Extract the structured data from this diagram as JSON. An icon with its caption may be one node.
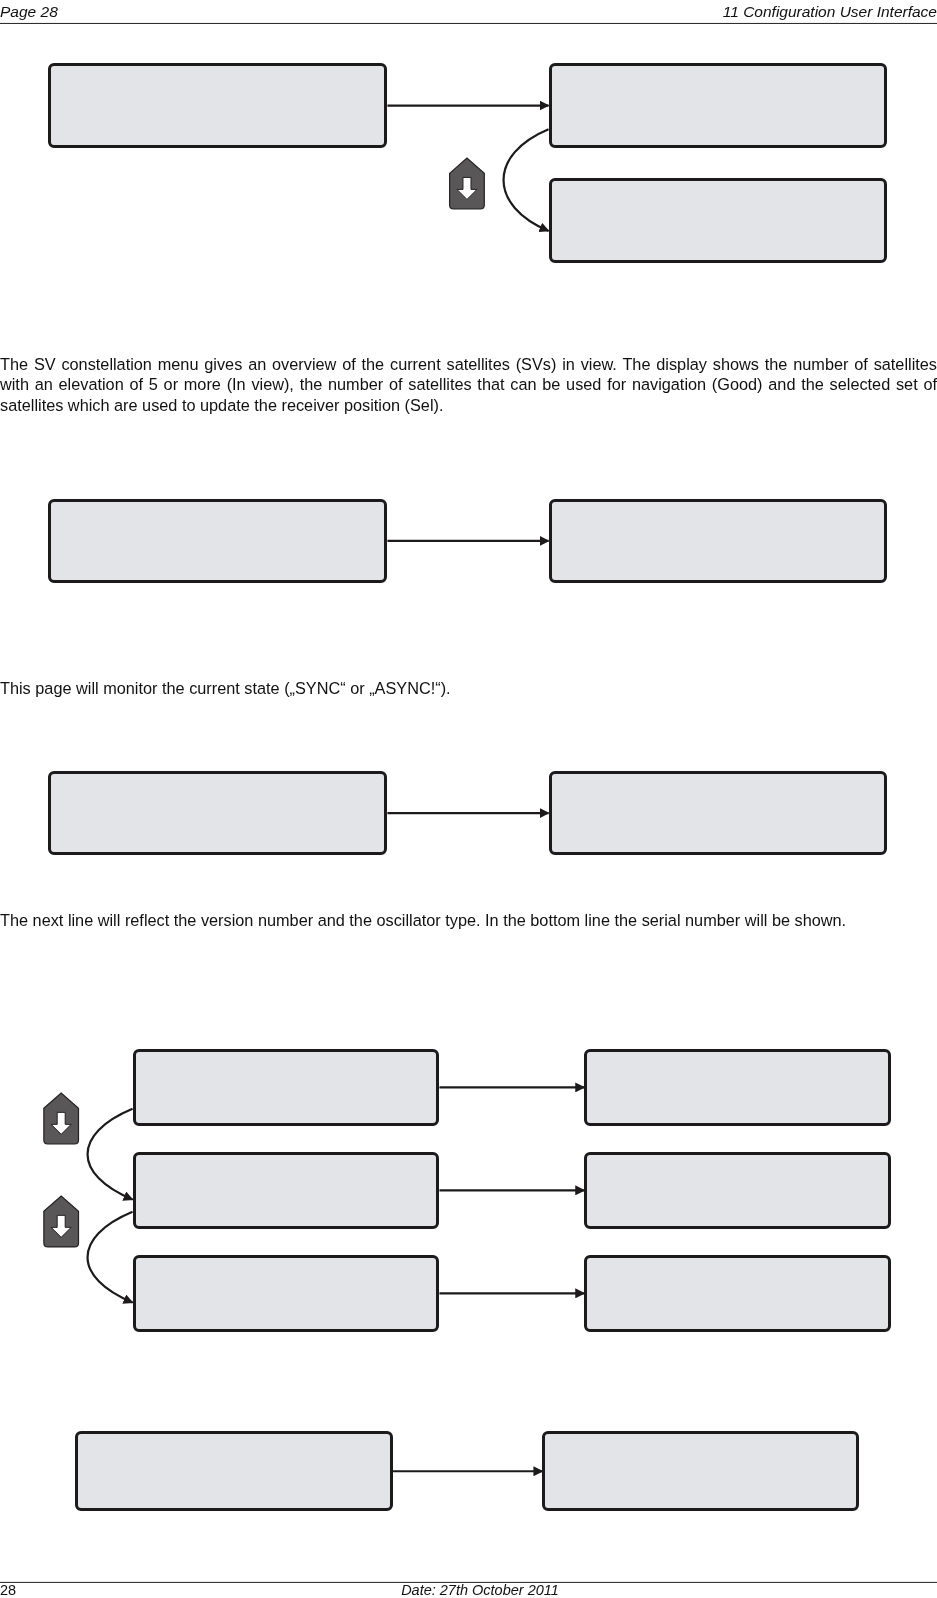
{
  "diagram": {
    "nodes": [
      {
        "text": [],
        "shape": "box"
      },
      {
        "text": [],
        "shape": "box"
      },
      {
        "text": [],
        "shape": "box"
      },
      {
        "text": [],
        "shape": "box"
      },
      {
        "text": [],
        "shape": "box"
      },
      {
        "text": [],
        "shape": "box"
      },
      {
        "text": [],
        "shape": "box"
      },
      {
        "text": [],
        "shape": "box"
      },
      {
        "text": [],
        "shape": "box"
      },
      {
        "text": [],
        "shape": "box"
      },
      {
        "text": [],
        "shape": "box"
      },
      {
        "text": [],
        "shape": "box"
      },
      {
        "text": [],
        "shape": "box"
      },
      {
        "text": [],
        "shape": "box"
      },
      {
        "text": [],
        "shape": "box"
      }
    ],
    "edges": [
      {
        "from": 0,
        "to": 1,
        "arrow": "to"
      },
      {
        "from": 1,
        "to": 2,
        "arrow": "to"
      },
      {
        "from": 3,
        "to": 4,
        "arrow": "to"
      },
      {
        "from": 5,
        "to": 6,
        "arrow": "to"
      },
      {
        "from": 7,
        "to": 8,
        "arrow": "to"
      },
      {
        "from": 7,
        "to": 9,
        "arrow": "to"
      },
      {
        "from": 9,
        "to": 10,
        "arrow": "to"
      },
      {
        "from": 9,
        "to": 11,
        "arrow": "to"
      },
      {
        "from": 11,
        "to": 12,
        "arrow": "to"
      },
      {
        "from": 13,
        "to": 14,
        "arrow": "to"
      }
    ],
    "labels": [
      "Page 28",
      "11 Configuration User Interface",
      "The SV constellation menu gives an overview of the current satellites (SVs) in view. The display shows the number of satellites with an elevation of 5 or more (In view), the number of satellites that can be used for navigation (Good) and the selected set of satellites which are used to update the receiver position (Sel).",
      "This page will monitor the current state („SYNC“ or „ASYNC!“).",
      "The next line will reflect the version number and the oscillator type. In the bottom line the serial number will be shown.",
      "28",
      "Date: 27th October 2011"
    ]
  }
}
